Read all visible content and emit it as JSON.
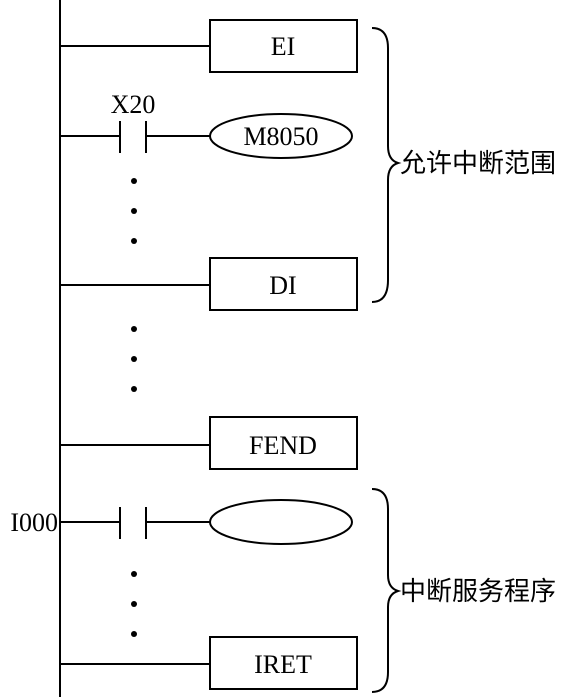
{
  "instructions": {
    "ei": "EI",
    "di": "DI",
    "fend": "FEND",
    "iret": "IRET"
  },
  "contacts": {
    "x20": "X20"
  },
  "coils": {
    "m8050": "M8050",
    "blank": ""
  },
  "pointer": "I000",
  "annotations": {
    "enable_range": "允许中断范围",
    "service_routine": "中断服务程序"
  }
}
